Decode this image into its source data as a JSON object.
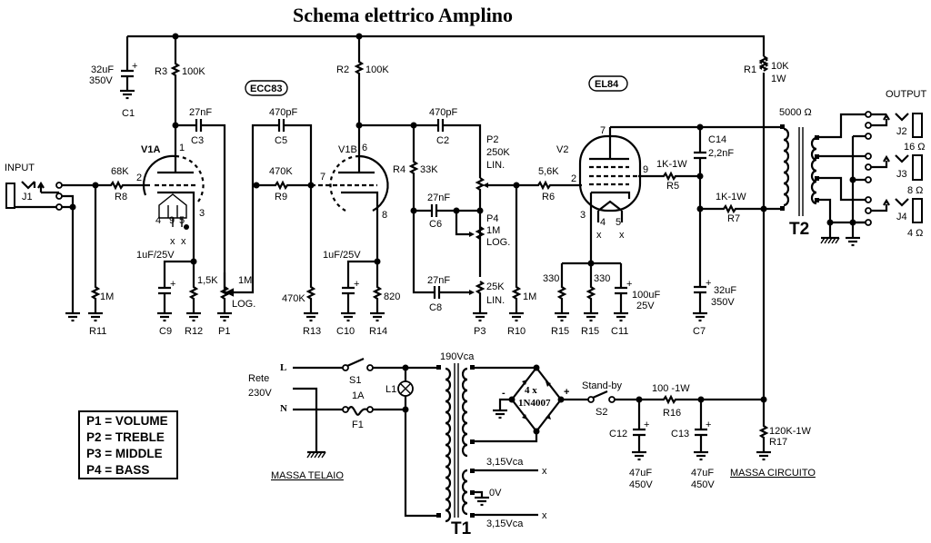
{
  "title": "Schema elettrico Amplino",
  "tubes": {
    "ecc83": "ECC83",
    "el84": "EL84",
    "v1a": "V1A",
    "v1b": "V1B",
    "v2": "V2"
  },
  "input": {
    "label": "INPUT",
    "jack": "J1"
  },
  "output": {
    "label": "OUTPUT",
    "jacks": [
      {
        "ref": "J2",
        "impedance": "16 Ω"
      },
      {
        "ref": "J3",
        "impedance": "8 Ω"
      },
      {
        "ref": "J4",
        "impedance": "4 Ω"
      }
    ]
  },
  "components": {
    "r1": {
      "ref": "R1",
      "value": "10K",
      "power": "1W"
    },
    "r2": {
      "ref": "R2",
      "value": "100K"
    },
    "r3": {
      "ref": "R3",
      "value": "100K"
    },
    "r4": {
      "ref": "R4",
      "value": "33K"
    },
    "r5": {
      "ref": "R5",
      "value": "1K-1W"
    },
    "r6": {
      "ref": "R6",
      "value": "5,6K"
    },
    "r7": {
      "ref": "R7",
      "value": "1K-1W"
    },
    "r8": {
      "ref": "R8",
      "value": "68K"
    },
    "r9": {
      "ref": "R9",
      "value": "470K"
    },
    "r10": {
      "ref": "R10",
      "value": "1M"
    },
    "r11": {
      "ref": "R11",
      "value": "1M"
    },
    "r12": {
      "ref": "R12",
      "value": "1,5K"
    },
    "r13": {
      "ref": "R13",
      "value": "470K"
    },
    "r14": {
      "ref": "R14",
      "value": "820"
    },
    "r15a": {
      "ref": "R15",
      "value": "330"
    },
    "r15b": {
      "ref": "R15",
      "value": "330"
    },
    "r16": {
      "ref": "R16",
      "value": "100 -1W"
    },
    "r17": {
      "ref": "R17",
      "value": "120K-1W"
    },
    "c1": {
      "ref": "C1",
      "value": "32uF",
      "voltage": "350V"
    },
    "c2": {
      "ref": "C2",
      "value": "470pF"
    },
    "c3": {
      "ref": "C3",
      "value": "27nF"
    },
    "c5": {
      "ref": "C5",
      "value": "470pF"
    },
    "c6": {
      "ref": "C6",
      "value": "27nF"
    },
    "c7": {
      "ref": "C7",
      "value": "32uF",
      "voltage": "350V"
    },
    "c8": {
      "ref": "C8",
      "value": "27nF"
    },
    "c9": {
      "ref": "C9",
      "value": "1uF/25V"
    },
    "c10": {
      "ref": "C10",
      "value": "1uF/25V"
    },
    "c11": {
      "ref": "C11",
      "value": "100uF",
      "voltage": "25V"
    },
    "c12": {
      "ref": "C12",
      "value": "47uF",
      "voltage": "450V"
    },
    "c13": {
      "ref": "C13",
      "value": "47uF",
      "voltage": "450V"
    },
    "c14": {
      "ref": "C14",
      "value": "2,2nF"
    },
    "p1": {
      "ref": "P1",
      "value": "1M",
      "taper": "LOG."
    },
    "p2": {
      "ref": "P2",
      "value": "250K",
      "taper": "LIN."
    },
    "p3": {
      "ref": "P3",
      "value": "25K",
      "taper": "LIN."
    },
    "p4": {
      "ref": "P4",
      "value": "1M",
      "taper": "LOG."
    },
    "t1": {
      "ref": "T1",
      "primary": "190Vca",
      "heater_a": "3,15Vca",
      "heater_b": "3,15Vca",
      "center": "0V"
    },
    "t2": {
      "ref": "T2",
      "primary": "5000 Ω"
    },
    "bridge": {
      "count": "4 x",
      "part": "1N4007",
      "minus": "-",
      "plus": "+"
    },
    "s1": {
      "ref": "S1"
    },
    "s2": {
      "ref": "S2",
      "label": "Stand-by"
    },
    "f1": {
      "ref": "F1",
      "value": "1A"
    },
    "l1": {
      "ref": "L1"
    }
  },
  "pins": {
    "v1a": [
      "1",
      "2",
      "3",
      "4",
      "9",
      "5"
    ],
    "v1b": [
      "6",
      "7",
      "8"
    ],
    "v2": [
      "7",
      "2",
      "9",
      "3",
      "4",
      "5"
    ],
    "nc": "x"
  },
  "mains": {
    "line": "L",
    "neutral": "N",
    "label": "Rete",
    "voltage": "230V"
  },
  "grounds": {
    "chassis": "MASSA TELAIO",
    "circuit": "MASSA CIRCUITO"
  },
  "legend": [
    "P1 = VOLUME",
    "P2 = TREBLE",
    "P3 = MIDDLE",
    "P4 = BASS"
  ]
}
